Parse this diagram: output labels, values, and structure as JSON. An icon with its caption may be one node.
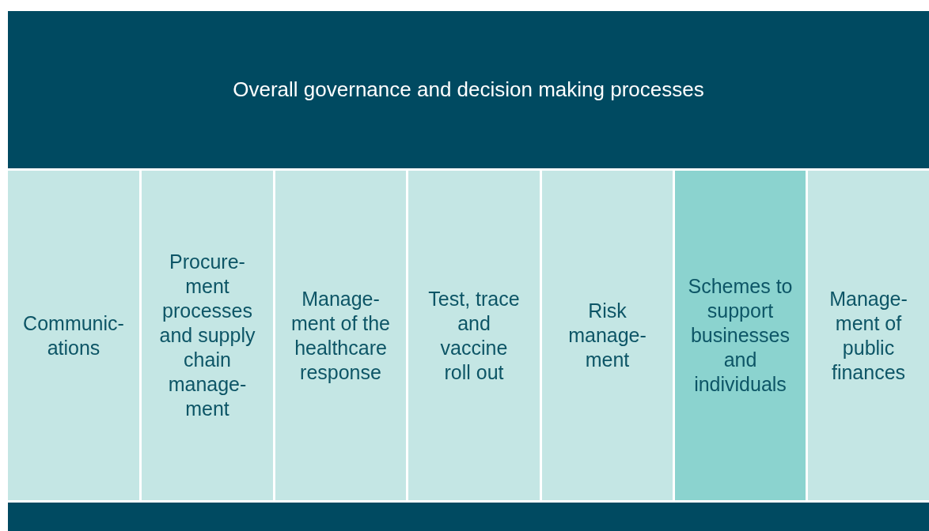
{
  "diagram": {
    "nodes": [
      {
        "text": [
          "Overall governance and decision making processes"
        ]
      },
      {
        "text": [
          "Communic- ations"
        ]
      },
      {
        "text": [
          "Procure- ment processes and supply chain manage- ment"
        ]
      },
      {
        "text": [
          "Manage- ment of the healthcare response"
        ]
      },
      {
        "text": [
          "Test, trace and vaccine roll out"
        ]
      },
      {
        "text": [
          "Risk manage- ment"
        ]
      },
      {
        "text": [
          "Schemes to support businesses and individuals"
        ]
      },
      {
        "text": [
          "Manage- ment of public finances"
        ]
      },
      {
        "text": [],
        "shape": "bar"
      }
    ],
    "edges": []
  }
}
